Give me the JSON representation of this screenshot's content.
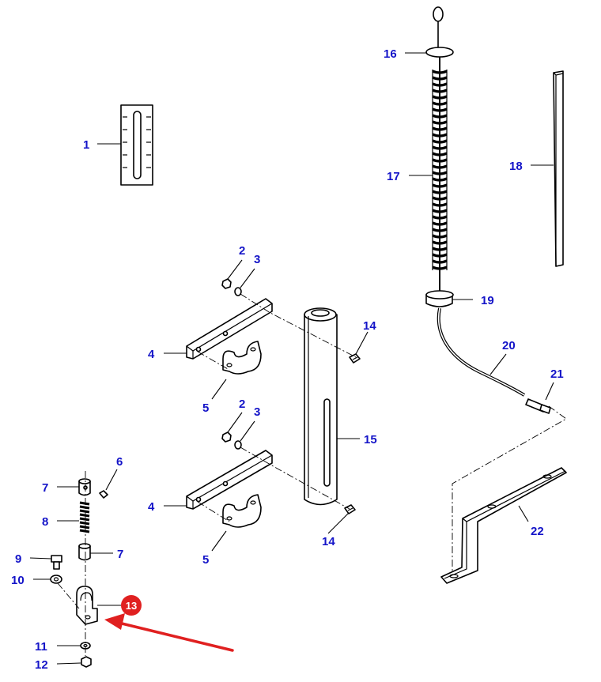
{
  "callouts": {
    "c1": "1",
    "c2a": "2",
    "c2b": "2",
    "c3a": "3",
    "c3b": "3",
    "c4a": "4",
    "c4b": "4",
    "c5a": "5",
    "c5b": "5",
    "c6": "6",
    "c7a": "7",
    "c7b": "7",
    "c8": "8",
    "c9": "9",
    "c10": "10",
    "c11": "11",
    "c12": "12",
    "c14a": "14",
    "c14b": "14",
    "c15": "15",
    "c16": "16",
    "c17": "17",
    "c18": "18",
    "c19": "19",
    "c20": "20",
    "c21": "21",
    "c22": "22"
  },
  "highlight": {
    "label": "13",
    "color": "#e02020"
  },
  "colors": {
    "callout_text": "#1414c8",
    "line_art": "#000000",
    "arrow": "#e02020"
  }
}
